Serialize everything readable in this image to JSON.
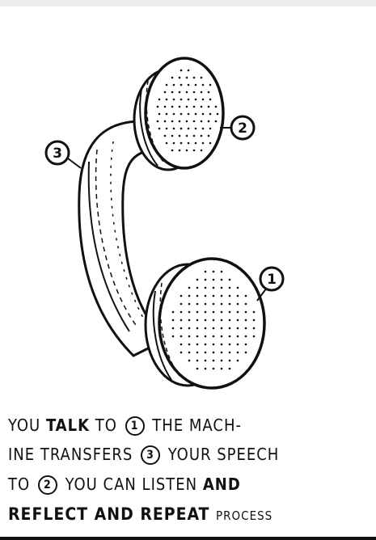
{
  "illustration": {
    "callout_1": "1",
    "callout_2": "2",
    "callout_3": "3"
  },
  "caption": {
    "line1": {
      "a": "YOU ",
      "b": "TALK",
      "c": " TO ",
      "num": "1",
      "d": " THE MACH-"
    },
    "line2": {
      "a": "INE TRANSFERS ",
      "num": "3",
      "d": " YOUR SPEECH"
    },
    "line3": {
      "a": "TO ",
      "num": "2",
      "b": " YOU CAN LISTEN ",
      "c": "AND"
    },
    "line4": {
      "a": "REFLECT AND REPEAT ",
      "b": "PROCESS"
    }
  }
}
